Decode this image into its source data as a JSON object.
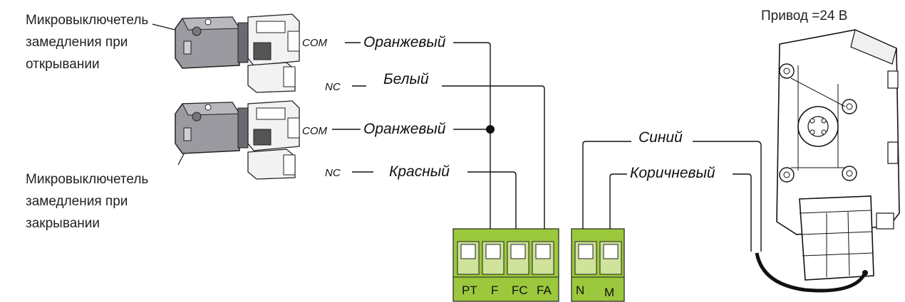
{
  "captions": {
    "switch_open": [
      "Микровыключетель",
      "замедления при",
      "открывании"
    ],
    "switch_close": [
      "Микровыключетель",
      "замедления при",
      "закрывании"
    ],
    "drive": "Привод =24 В"
  },
  "pins": {
    "top_com": "COM",
    "top_nc": "NC",
    "bottom_com": "COM",
    "bottom_nc": "NC"
  },
  "wires": {
    "orange_top": "Оранжевый",
    "white": "Белый",
    "orange_bottom": "Оранжевый",
    "red": "Красный",
    "blue": "Синий",
    "brown": "Коричневый"
  },
  "terminals": {
    "limit_block": [
      "PT",
      "F",
      "FC",
      "FA"
    ],
    "motor_block": [
      "N",
      "M"
    ]
  },
  "colors": {
    "terminal_green": "#9bc83d",
    "switch_body": "#9a9aa0",
    "drive_body": "#ffffff"
  }
}
